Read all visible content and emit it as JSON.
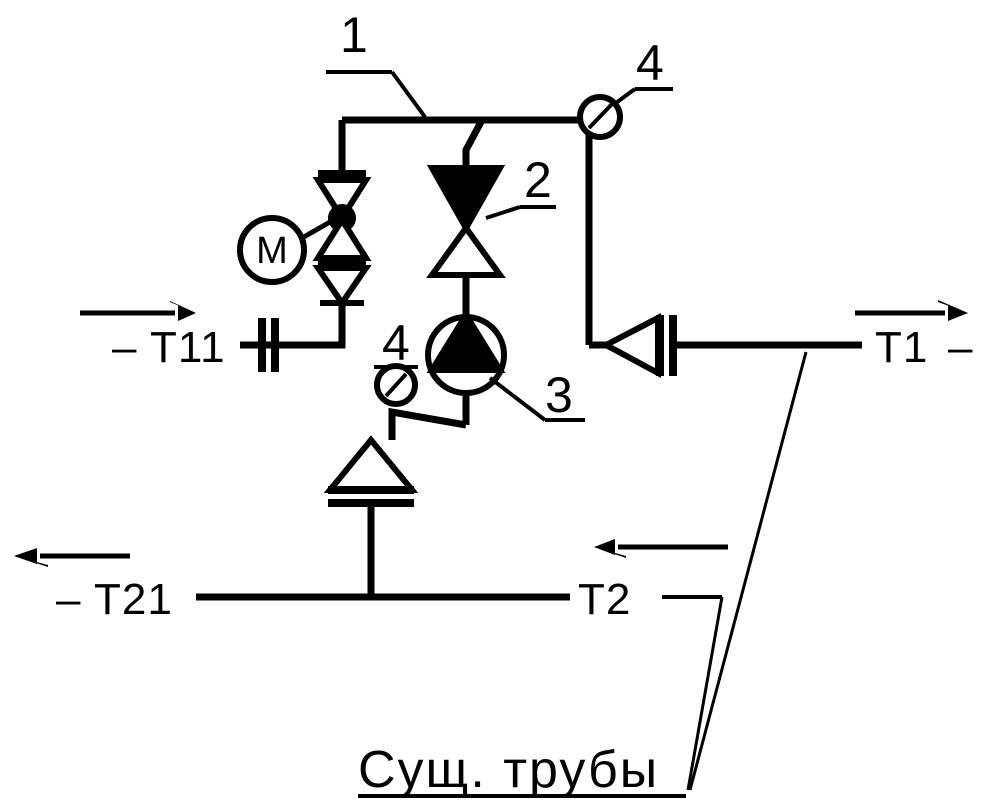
{
  "diagram": {
    "title_caption": "Сущ. трубы",
    "language": "ru",
    "background_color": "#ffffff",
    "line_color": "#000000",
    "type": "piping-heating-schematic"
  },
  "callouts": [
    {
      "id": "callout-1",
      "label": "1",
      "refers_to": "supply-header-pipe"
    },
    {
      "id": "callout-2",
      "label": "2",
      "refers_to": "control-valve"
    },
    {
      "id": "callout-3",
      "label": "3",
      "refers_to": "circulation-pump"
    },
    {
      "id": "callout-4-top",
      "label": "4",
      "refers_to": "gauge-top"
    },
    {
      "id": "callout-4-mid",
      "label": "4",
      "refers_to": "gauge-mid"
    }
  ],
  "ports": {
    "inlet_supply": {
      "label": "T11",
      "dash_prefix": "–",
      "trailing_dash": "",
      "flow": "right"
    },
    "outlet_supply": {
      "label": "T1",
      "dash_prefix": "",
      "trailing_dash": "–",
      "flow": "right"
    },
    "outlet_return": {
      "label": "T21",
      "dash_prefix": "–",
      "trailing_dash": "",
      "flow": "left"
    },
    "inlet_return": {
      "label": "T2",
      "dash_prefix": "",
      "trailing_dash": "",
      "flow": "left"
    }
  },
  "components": {
    "motor_actuator": {
      "glyph": "M",
      "name": "motor-operated-valve-actuator"
    },
    "gate_valve": {
      "name": "gate-valve-bowtie"
    },
    "check_valve_left": {
      "name": "check-valve"
    },
    "control_valve": {
      "name": "control-valve-bowtie"
    },
    "pump": {
      "name": "circulation-pump"
    },
    "strainer_bottom": {
      "name": "strainer-filter"
    },
    "strainer_right": {
      "name": "strainer-filter-horizontal"
    },
    "flange_t11": {
      "name": "flange-fitting"
    },
    "gauge_top": {
      "name": "pressure-gauge"
    },
    "gauge_mid": {
      "name": "pressure-gauge"
    }
  }
}
